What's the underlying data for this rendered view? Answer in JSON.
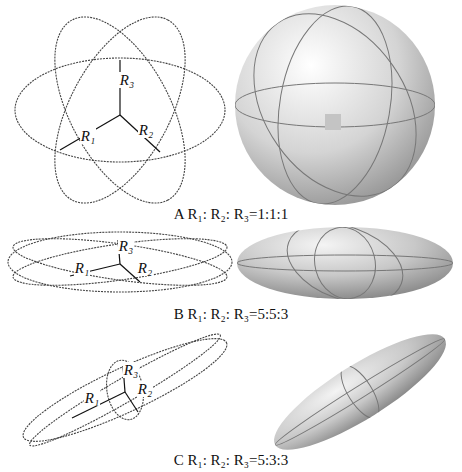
{
  "diagram": {
    "labels": [
      "R₃",
      "R₁",
      "R₂",
      "A R₁: R₂: R₃=1:1:1",
      "R₃",
      "R₁",
      "R₂",
      "B R₁: R₂: R₃=5:5:3",
      "R₃",
      "R₁",
      "R₂",
      "C R₁: R₂: R₃=5:3:3"
    ]
  }
}
